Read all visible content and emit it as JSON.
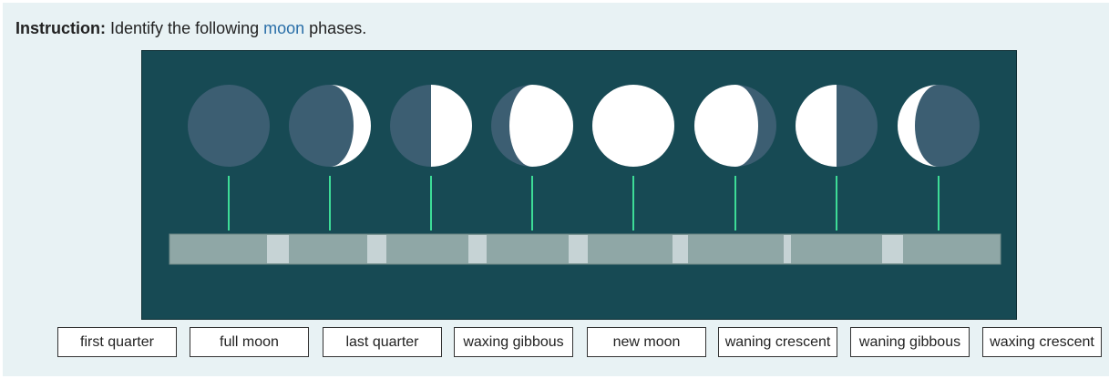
{
  "instruction": {
    "label": "Instruction:",
    "text_before": "Identify the following ",
    "link_text": "moon",
    "text_after": " phases."
  },
  "colors": {
    "stage_bg": "#174a54",
    "moon_dark": "#3c5e72",
    "moon_light": "#ffffff",
    "connector": "#3ddc97",
    "drop_slot": "#8fa7a6",
    "slot_gap": "#c6d3d5"
  },
  "moons": [
    {
      "phase_id": 1
    },
    {
      "phase_id": 2
    },
    {
      "phase_id": 3
    },
    {
      "phase_id": 4
    },
    {
      "phase_id": 5
    },
    {
      "phase_id": 6
    },
    {
      "phase_id": 7
    },
    {
      "phase_id": 8
    }
  ],
  "options": [
    "first quarter",
    "full moon",
    "last quarter",
    "waxing gibbous",
    "new moon",
    "waning crescent",
    "waning gibbous",
    "waxing crescent"
  ]
}
